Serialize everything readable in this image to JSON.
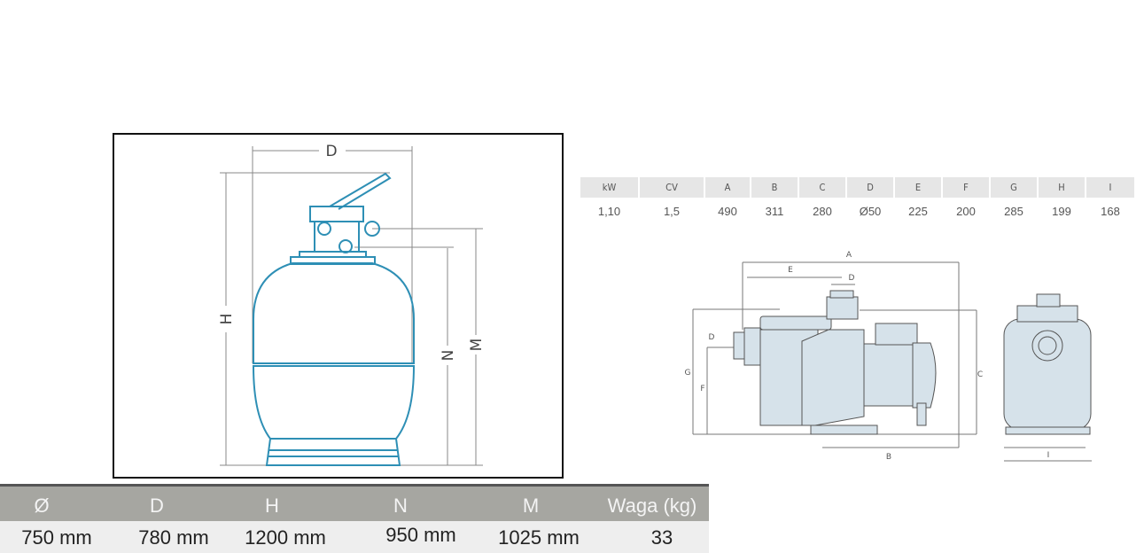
{
  "filter_diagram": {
    "labels": {
      "D": "D",
      "H": "H",
      "N": "N",
      "M": "M"
    }
  },
  "filter_table": {
    "headers": [
      "Ø",
      "D",
      "H",
      "N",
      "M",
      "Waga (kg)"
    ],
    "values": [
      "750 mm",
      "780 mm",
      "1200 mm",
      "950 mm",
      "1025 mm",
      "33"
    ]
  },
  "pump_table": {
    "headers": [
      "kW",
      "CV",
      "A",
      "B",
      "C",
      "D",
      "E",
      "F",
      "G",
      "H",
      "I"
    ],
    "values": [
      "1,10",
      "1,5",
      "490",
      "311",
      "280",
      "Ø50",
      "225",
      "200",
      "285",
      "199",
      "168"
    ]
  },
  "pump_diagram": {
    "labels": {
      "A": "A",
      "B": "B",
      "C": "C",
      "D": "D",
      "E": "E",
      "F": "F",
      "G": "G",
      "I": "I"
    }
  },
  "colors": {
    "line": "#2e8fb5",
    "fill": "#d6e2ea",
    "table_header": "#a6a6a1"
  }
}
